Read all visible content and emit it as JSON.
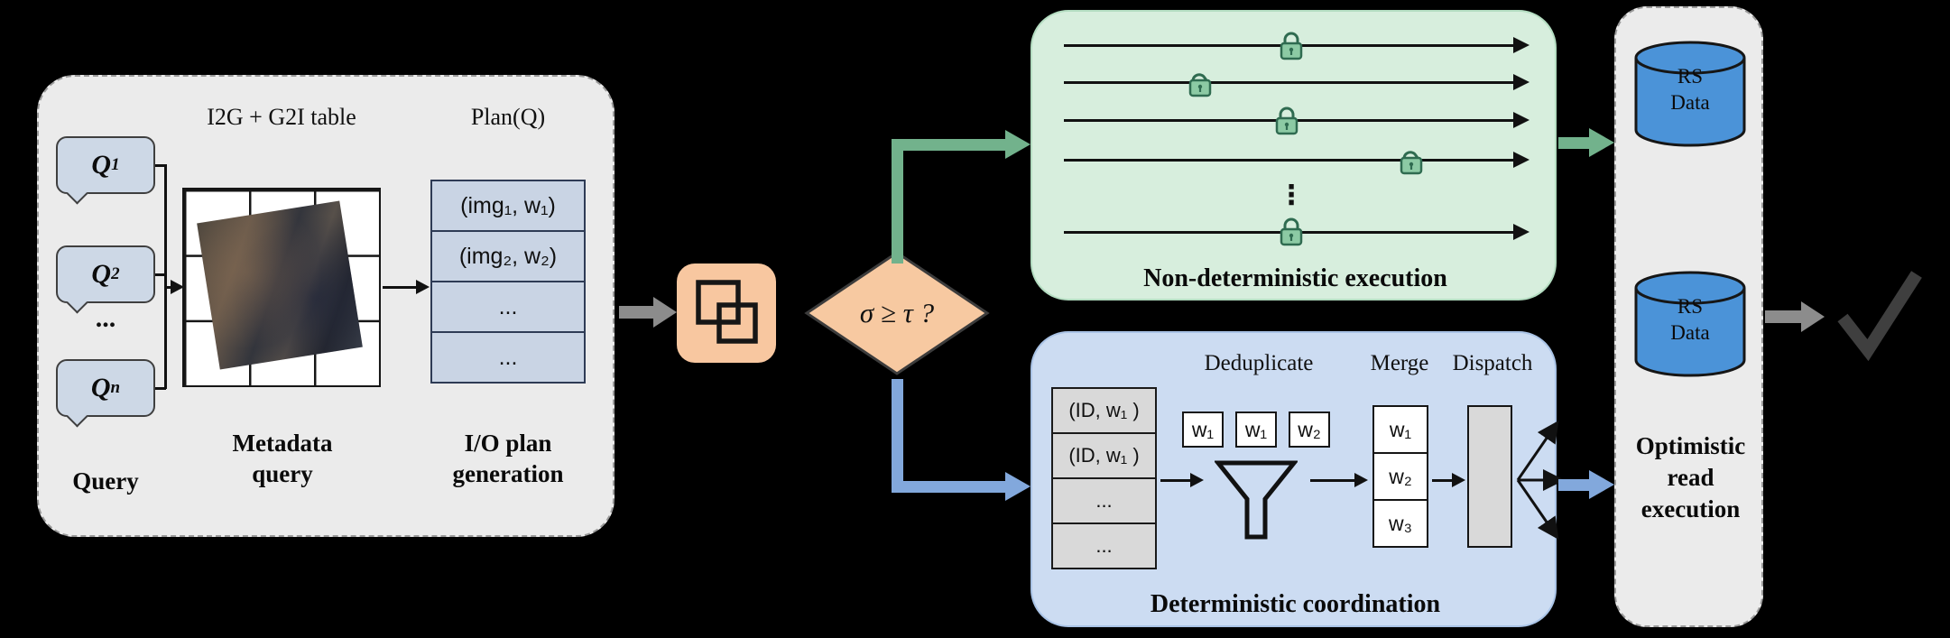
{
  "colors": {
    "panel_gray": "#ebebeb",
    "panel_green": "#d7eedd",
    "panel_blue": "#ccdcf2",
    "orange": "#f8c7a0",
    "diamond_fill": "#f7c9a1",
    "bubble_fill": "#cdd8e6",
    "row_blue": "#c9d4e4",
    "row_gray": "#d9d9d9",
    "arrow_green": "#72b28c",
    "arrow_blue": "#82a8dc",
    "arrow_gray": "#8c8c8c",
    "lock_fill": "#8ccaa4",
    "lock_stroke": "#2f6b50",
    "db_blue": "#4b93d8",
    "check_color": "#3f3f3f"
  },
  "icons": {
    "intersect": "overlapping-squares",
    "lock_closed": "padlock-closed",
    "lock_open": "padlock-open",
    "funnel": "filter-funnel",
    "database": "db-cylinder",
    "check": "checkmark"
  },
  "query_section": {
    "bubbles": [
      {
        "base": "Q",
        "sub": "1"
      },
      {
        "base": "Q",
        "sub": "2"
      },
      {
        "base": "Q",
        "sub": "n"
      }
    ],
    "ellipsis": "...",
    "caption": "Query"
  },
  "metadata": {
    "title": "I2G + G2I table",
    "caption": "Metadata\nquery"
  },
  "plan": {
    "title": "Plan(Q)",
    "rows": [
      "(img₁, w₁)",
      "(img₂, w₂)",
      "...",
      "..."
    ],
    "caption": "I/O plan\ngeneration"
  },
  "decision": {
    "condition": "σ ≥ τ ?"
  },
  "nondeterministic": {
    "label": "Non-deterministic execution",
    "ellipsis": "⋮"
  },
  "deterministic": {
    "label": "Deterministic coordination",
    "steps": {
      "dedup": "Deduplicate",
      "merge": "Merge",
      "dispatch": "Dispatch"
    },
    "id_rows": [
      "(ID, w₁ )",
      "(ID, w₁ )",
      "...",
      "..."
    ],
    "dedup_items": [
      "w₁",
      "w₁",
      "w₂"
    ],
    "merge_items": [
      "w₁",
      "w₂",
      "w₃"
    ]
  },
  "storage": {
    "db1": "RS\nData",
    "db2": "RS\nData",
    "caption": "Optimistic\nread\nexecution"
  }
}
